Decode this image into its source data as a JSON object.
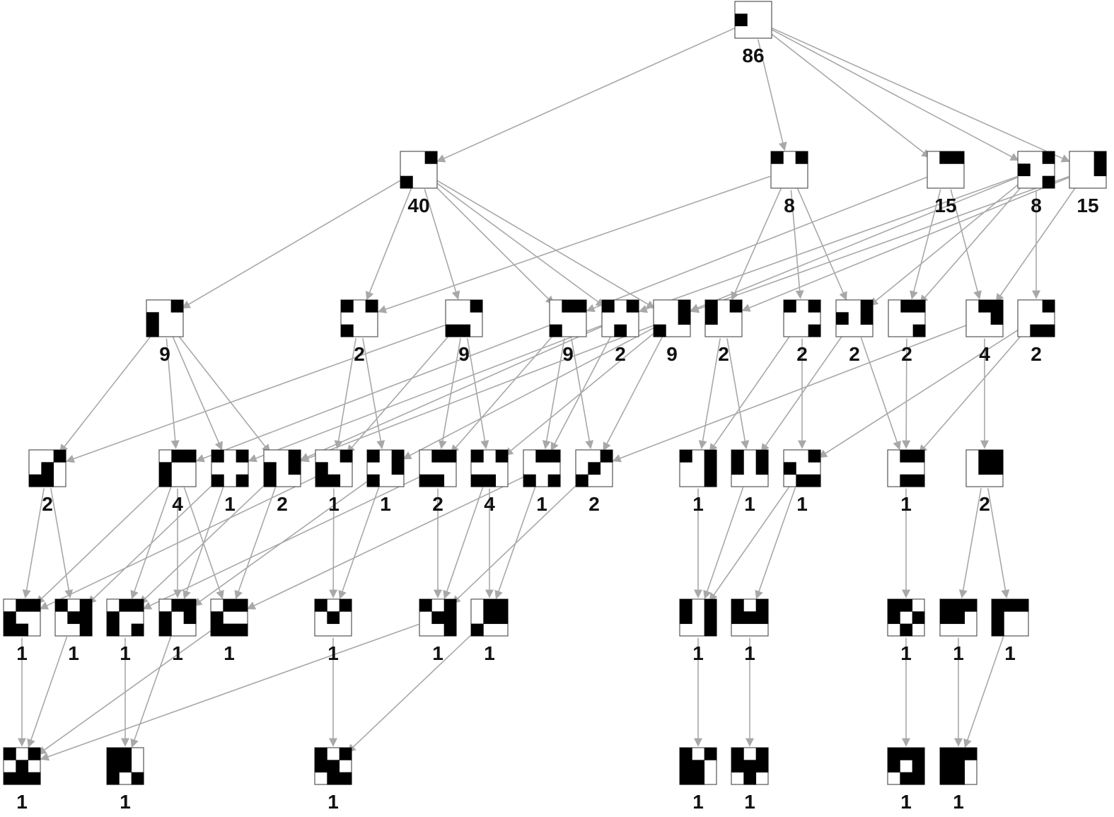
{
  "diagram": {
    "colors": {
      "edge": "#a8a8a8",
      "filled": "#000000",
      "empty": "#ffffff"
    },
    "nodes": [
      {
        "id": "a",
        "count": "86",
        "cells": [
          0,
          0,
          0,
          1,
          0,
          0,
          0,
          0,
          0
        ]
      },
      {
        "id": "b1",
        "count": "40",
        "cells": [
          0,
          0,
          1,
          0,
          0,
          0,
          1,
          0,
          0
        ]
      },
      {
        "id": "b2",
        "count": "8",
        "cells": [
          1,
          0,
          1,
          0,
          0,
          0,
          0,
          0,
          0
        ]
      },
      {
        "id": "b3",
        "count": "15",
        "cells": [
          0,
          1,
          1,
          0,
          0,
          0,
          0,
          0,
          0
        ]
      },
      {
        "id": "b4",
        "count": "8",
        "cells": [
          0,
          0,
          1,
          1,
          0,
          0,
          0,
          0,
          1
        ]
      },
      {
        "id": "b5",
        "count": "15",
        "cells": [
          0,
          0,
          1,
          0,
          0,
          1,
          0,
          0,
          0
        ]
      },
      {
        "id": "c1",
        "count": "9",
        "cells": [
          0,
          0,
          1,
          1,
          0,
          0,
          1,
          0,
          0
        ]
      },
      {
        "id": "c2",
        "count": "2",
        "cells": [
          1,
          0,
          1,
          0,
          0,
          0,
          1,
          0,
          0
        ]
      },
      {
        "id": "c3",
        "count": "9",
        "cells": [
          0,
          0,
          1,
          0,
          0,
          0,
          1,
          1,
          0
        ]
      },
      {
        "id": "c4",
        "count": "9",
        "cells": [
          0,
          1,
          1,
          0,
          0,
          0,
          1,
          0,
          0
        ]
      },
      {
        "id": "c5",
        "count": "2",
        "cells": [
          1,
          0,
          1,
          0,
          0,
          0,
          0,
          1,
          0
        ]
      },
      {
        "id": "c6",
        "count": "9",
        "cells": [
          0,
          0,
          1,
          0,
          0,
          1,
          1,
          0,
          0
        ]
      },
      {
        "id": "c7",
        "count": "2",
        "cells": [
          1,
          0,
          1,
          1,
          0,
          0,
          0,
          0,
          0
        ]
      },
      {
        "id": "c8",
        "count": "2",
        "cells": [
          1,
          0,
          1,
          0,
          0,
          0,
          0,
          0,
          1
        ]
      },
      {
        "id": "c9",
        "count": "2",
        "cells": [
          0,
          0,
          1,
          1,
          0,
          1,
          0,
          0,
          0
        ]
      },
      {
        "id": "c10",
        "count": "2",
        "cells": [
          0,
          1,
          1,
          0,
          0,
          0,
          0,
          0,
          1
        ]
      },
      {
        "id": "c11",
        "count": "4",
        "cells": [
          0,
          1,
          1,
          0,
          0,
          1,
          0,
          0,
          0
        ]
      },
      {
        "id": "c12",
        "count": "2",
        "cells": [
          0,
          0,
          1,
          0,
          0,
          0,
          0,
          1,
          1
        ]
      },
      {
        "id": "d1",
        "count": "2",
        "cells": [
          0,
          0,
          1,
          0,
          1,
          0,
          1,
          1,
          0
        ]
      },
      {
        "id": "d2",
        "count": "4",
        "cells": [
          0,
          1,
          1,
          1,
          0,
          0,
          1,
          0,
          0
        ]
      },
      {
        "id": "d3",
        "count": "1",
        "cells": [
          1,
          0,
          1,
          0,
          0,
          0,
          1,
          0,
          1
        ]
      },
      {
        "id": "d4",
        "count": "2",
        "cells": [
          0,
          0,
          1,
          1,
          0,
          1,
          1,
          0,
          0
        ]
      },
      {
        "id": "d5",
        "count": "1",
        "cells": [
          0,
          0,
          1,
          1,
          0,
          0,
          1,
          1,
          0
        ]
      },
      {
        "id": "d6",
        "count": "1",
        "cells": [
          1,
          0,
          1,
          0,
          0,
          1,
          1,
          0,
          0
        ]
      },
      {
        "id": "d7",
        "count": "2",
        "cells": [
          0,
          1,
          1,
          0,
          0,
          0,
          1,
          1,
          0
        ]
      },
      {
        "id": "d8",
        "count": "4",
        "cells": [
          1,
          0,
          1,
          0,
          0,
          0,
          1,
          1,
          0
        ]
      },
      {
        "id": "d9",
        "count": "1",
        "cells": [
          0,
          1,
          1,
          0,
          0,
          0,
          1,
          0,
          1
        ]
      },
      {
        "id": "d10",
        "count": "2",
        "cells": [
          0,
          0,
          1,
          0,
          1,
          0,
          1,
          0,
          0
        ]
      },
      {
        "id": "d11",
        "count": "1",
        "cells": [
          1,
          0,
          1,
          0,
          0,
          1,
          0,
          0,
          1
        ]
      },
      {
        "id": "d12",
        "count": "1",
        "cells": [
          1,
          0,
          1,
          1,
          0,
          1,
          0,
          0,
          0
        ]
      },
      {
        "id": "d13",
        "count": "1",
        "cells": [
          0,
          0,
          1,
          1,
          0,
          0,
          0,
          1,
          1
        ]
      },
      {
        "id": "d14",
        "count": "1",
        "cells": [
          0,
          1,
          1,
          0,
          0,
          0,
          0,
          1,
          1
        ]
      },
      {
        "id": "d15",
        "count": "2",
        "cells": [
          0,
          1,
          1,
          0,
          1,
          1,
          0,
          0,
          0
        ]
      },
      {
        "id": "e1",
        "count": "1",
        "cells": [
          0,
          1,
          1,
          1,
          0,
          0,
          1,
          1,
          0
        ]
      },
      {
        "id": "e2",
        "count": "1",
        "cells": [
          1,
          0,
          1,
          0,
          1,
          1,
          0,
          0,
          1
        ]
      },
      {
        "id": "e3",
        "count": "1",
        "cells": [
          0,
          1,
          1,
          1,
          0,
          0,
          1,
          0,
          1
        ]
      },
      {
        "id": "e4",
        "count": "1",
        "cells": [
          0,
          1,
          1,
          1,
          0,
          1,
          1,
          0,
          0
        ]
      },
      {
        "id": "e5",
        "count": "1",
        "cells": [
          0,
          1,
          1,
          1,
          0,
          0,
          1,
          1,
          1
        ]
      },
      {
        "id": "e6",
        "count": "1",
        "cells": [
          1,
          0,
          1,
          0,
          1,
          0,
          0,
          0,
          0
        ]
      },
      {
        "id": "e7",
        "count": "1",
        "cells": [
          1,
          0,
          1,
          0,
          1,
          1,
          0,
          0,
          1
        ]
      },
      {
        "id": "e8",
        "count": "1",
        "cells": [
          0,
          1,
          1,
          0,
          1,
          1,
          1,
          0,
          0
        ]
      },
      {
        "id": "e9",
        "count": "1",
        "cells": [
          1,
          0,
          1,
          1,
          0,
          1,
          0,
          0,
          1
        ]
      },
      {
        "id": "e10",
        "count": "1",
        "cells": [
          1,
          0,
          1,
          1,
          1,
          1,
          0,
          0,
          0
        ]
      },
      {
        "id": "e11",
        "count": "1",
        "cells": [
          1,
          1,
          0,
          1,
          0,
          1,
          0,
          1,
          0
        ]
      },
      {
        "id": "e12",
        "count": "1",
        "cells": [
          1,
          1,
          1,
          1,
          1,
          0,
          0,
          0,
          0
        ]
      },
      {
        "id": "e13",
        "count": "1",
        "cells": [
          1,
          1,
          1,
          1,
          0,
          0,
          1,
          0,
          0
        ]
      },
      {
        "id": "f1",
        "count": "1",
        "cells": [
          1,
          0,
          1,
          0,
          1,
          0,
          1,
          1,
          1
        ]
      },
      {
        "id": "f2",
        "count": "1",
        "cells": [
          1,
          1,
          0,
          1,
          1,
          0,
          1,
          0,
          1
        ]
      },
      {
        "id": "f3",
        "count": "1",
        "cells": [
          1,
          0,
          1,
          1,
          1,
          0,
          0,
          1,
          1
        ]
      },
      {
        "id": "f4",
        "count": "1",
        "cells": [
          1,
          0,
          1,
          1,
          1,
          0,
          1,
          1,
          0
        ]
      },
      {
        "id": "f5",
        "count": "1",
        "cells": [
          1,
          0,
          1,
          1,
          1,
          1,
          0,
          1,
          0
        ]
      },
      {
        "id": "f6",
        "count": "1",
        "cells": [
          1,
          1,
          1,
          1,
          0,
          1,
          0,
          1,
          1
        ]
      },
      {
        "id": "f7",
        "count": "1",
        "cells": [
          1,
          1,
          1,
          1,
          1,
          0,
          1,
          1,
          0
        ]
      }
    ],
    "edges": [
      [
        "a",
        "b1"
      ],
      [
        "a",
        "b2"
      ],
      [
        "a",
        "b3"
      ],
      [
        "a",
        "b4"
      ],
      [
        "a",
        "b5"
      ],
      [
        "b1",
        "c1"
      ],
      [
        "b1",
        "c2"
      ],
      [
        "b1",
        "c3"
      ],
      [
        "b1",
        "c4"
      ],
      [
        "b1",
        "c5"
      ],
      [
        "b1",
        "c6"
      ],
      [
        "b2",
        "c2"
      ],
      [
        "b2",
        "c7"
      ],
      [
        "b2",
        "c8"
      ],
      [
        "b2",
        "c9"
      ],
      [
        "b3",
        "c4"
      ],
      [
        "b3",
        "c10"
      ],
      [
        "b3",
        "c11"
      ],
      [
        "b4",
        "c5"
      ],
      [
        "b4",
        "c6"
      ],
      [
        "b4",
        "c9"
      ],
      [
        "b4",
        "c10"
      ],
      [
        "b4",
        "c12"
      ],
      [
        "b5",
        "c6"
      ],
      [
        "b5",
        "c7"
      ],
      [
        "b5",
        "c11"
      ],
      [
        "c1",
        "d1"
      ],
      [
        "c1",
        "d2"
      ],
      [
        "c1",
        "d3"
      ],
      [
        "c1",
        "d4"
      ],
      [
        "c2",
        "d5"
      ],
      [
        "c2",
        "d6"
      ],
      [
        "c3",
        "d1"
      ],
      [
        "c3",
        "d7"
      ],
      [
        "c3",
        "d8"
      ],
      [
        "c3",
        "d5"
      ],
      [
        "c4",
        "d2"
      ],
      [
        "c4",
        "d7"
      ],
      [
        "c4",
        "d9"
      ],
      [
        "c4",
        "d10"
      ],
      [
        "c5",
        "d3"
      ],
      [
        "c5",
        "d9"
      ],
      [
        "c5",
        "d4"
      ],
      [
        "c6",
        "d4"
      ],
      [
        "c6",
        "d8"
      ],
      [
        "c6",
        "d10"
      ],
      [
        "c6",
        "d6"
      ],
      [
        "c7",
        "d11"
      ],
      [
        "c7",
        "d12"
      ],
      [
        "c8",
        "d11"
      ],
      [
        "c8",
        "d13"
      ],
      [
        "c9",
        "d12"
      ],
      [
        "c9",
        "d14"
      ],
      [
        "c10",
        "d14"
      ],
      [
        "c11",
        "d15"
      ],
      [
        "c11",
        "d10"
      ],
      [
        "c12",
        "d14"
      ],
      [
        "c12",
        "d13"
      ],
      [
        "d1",
        "e1"
      ],
      [
        "d1",
        "e2"
      ],
      [
        "d2",
        "e1"
      ],
      [
        "d2",
        "e3"
      ],
      [
        "d2",
        "e4"
      ],
      [
        "d2",
        "e5"
      ],
      [
        "d3",
        "e4"
      ],
      [
        "d3",
        "e2"
      ],
      [
        "d4",
        "e5"
      ],
      [
        "d4",
        "e3"
      ],
      [
        "d5",
        "e6"
      ],
      [
        "d5",
        "e1"
      ],
      [
        "d6",
        "e6"
      ],
      [
        "d6",
        "e4"
      ],
      [
        "d7",
        "e7"
      ],
      [
        "d7",
        "e3"
      ],
      [
        "d8",
        "e7"
      ],
      [
        "d8",
        "e8"
      ],
      [
        "d9",
        "e8"
      ],
      [
        "d9",
        "e5"
      ],
      [
        "d10",
        "e7"
      ],
      [
        "d11",
        "e9"
      ],
      [
        "d12",
        "e9"
      ],
      [
        "d13",
        "e9"
      ],
      [
        "d13",
        "e10"
      ],
      [
        "d14",
        "e11"
      ],
      [
        "d15",
        "e12"
      ],
      [
        "d15",
        "e13"
      ],
      [
        "e1",
        "f1"
      ],
      [
        "e2",
        "f1"
      ],
      [
        "e3",
        "f2"
      ],
      [
        "e4",
        "f2"
      ],
      [
        "e5",
        "f1"
      ],
      [
        "e6",
        "f3"
      ],
      [
        "e7",
        "f1"
      ],
      [
        "e8",
        "f3"
      ],
      [
        "e9",
        "f4"
      ],
      [
        "e10",
        "f5"
      ],
      [
        "e11",
        "f6"
      ],
      [
        "e12",
        "f7"
      ],
      [
        "e13",
        "f7"
      ]
    ]
  }
}
